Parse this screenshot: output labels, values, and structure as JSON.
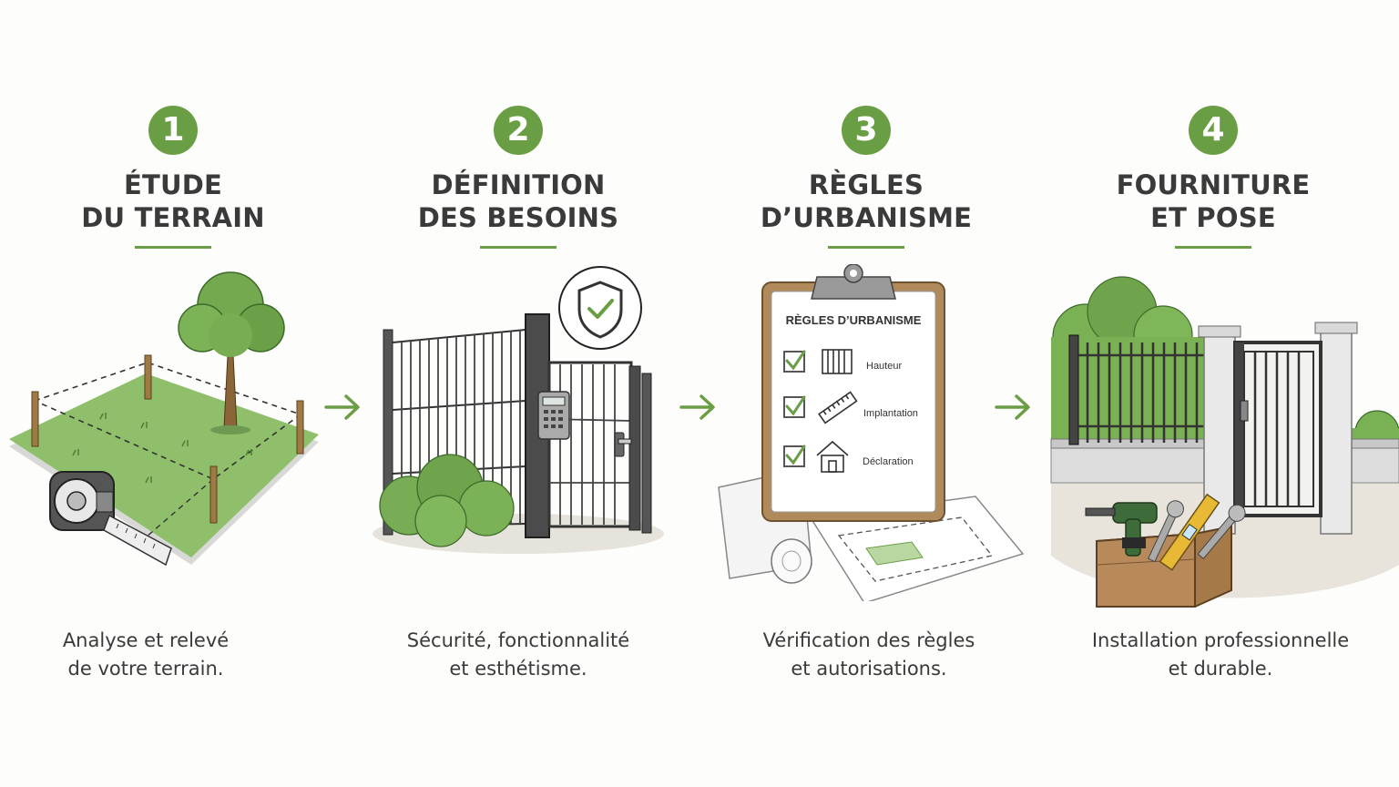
{
  "steps": [
    {
      "number": "1",
      "title_line1": "ÉTUDE",
      "title_line2": "DU TERRAIN",
      "desc_line1": "Analyse et relevé",
      "desc_line2": "de votre terrain.",
      "illustration": "land-survey-icon"
    },
    {
      "number": "2",
      "title_line1": "DÉFINITION",
      "title_line2": "DES BESOINS",
      "desc_line1": "Sécurité, fonctionnalité",
      "desc_line2": "et esthétisme.",
      "illustration": "fence-gate-shield-icon"
    },
    {
      "number": "3",
      "title_line1": "RÈGLES",
      "title_line2": "D’URBANISME",
      "desc_line1": "Vérification des règles",
      "desc_line2": "et autorisations.",
      "illustration": "clipboard-checklist-icon",
      "clipboard": {
        "header": "RÈGLES D’URBANISME",
        "items": [
          "Hauteur",
          "Implantation",
          "Déclaration"
        ]
      }
    },
    {
      "number": "4",
      "title_line1": "FOURNITURE",
      "title_line2": "ET POSE",
      "desc_line1": "Installation professionnelle",
      "desc_line2": "et durable.",
      "illustration": "installation-toolbox-icon"
    }
  ],
  "colors": {
    "accent": "#6a9e45",
    "text": "#3a3a3a",
    "background": "#fdfdfc"
  }
}
